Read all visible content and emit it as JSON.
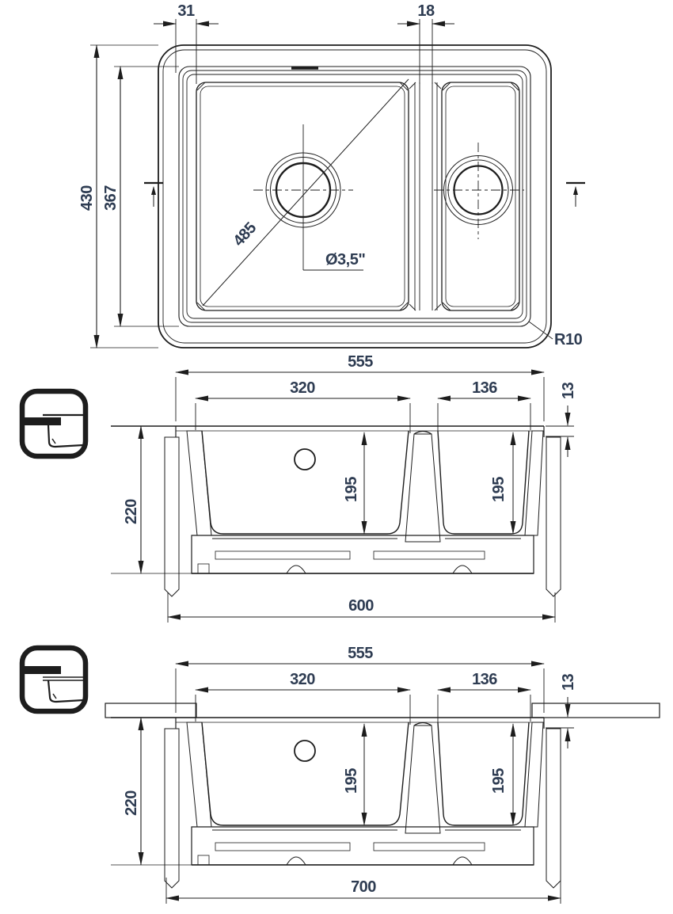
{
  "title": "Dual bowl sink technical drawing",
  "colors": {
    "line": "#1d1d1d",
    "dim_text": "#2e3c52",
    "background": "#ffffff"
  },
  "icons": {
    "section_600": "flush-mount-installation",
    "section_700": "undermount-installation"
  },
  "dims": {
    "top": {
      "w31": "31",
      "w18": "18",
      "h430": "430",
      "h367": "367",
      "diag": "485",
      "drain": "Ø3,5\"",
      "radius": "R10"
    },
    "xsec": {
      "w555": "555",
      "w320": "320",
      "w136": "136",
      "h13": "13",
      "h220": "220",
      "d195a": "195",
      "d195b": "195"
    },
    "s600": {
      "w": "600"
    },
    "s700": {
      "w": "700"
    }
  }
}
